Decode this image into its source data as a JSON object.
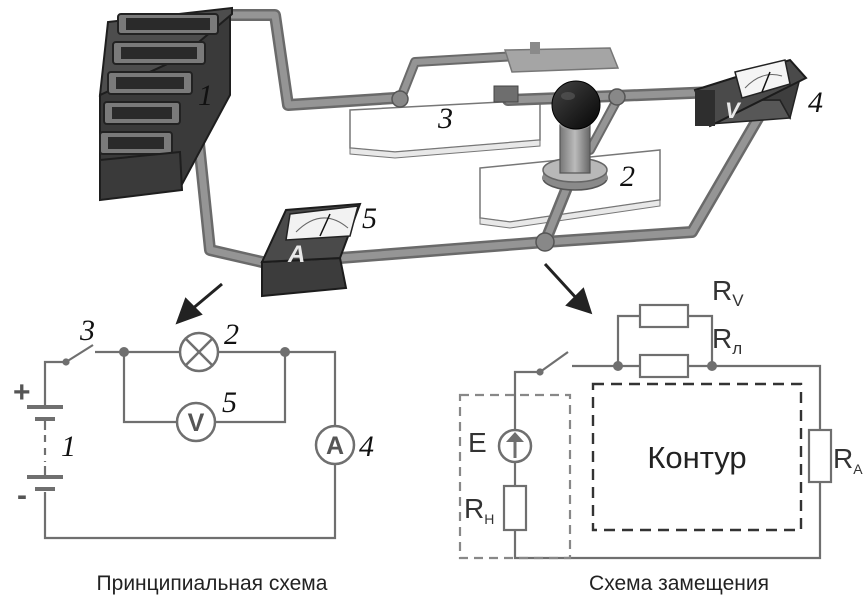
{
  "colors": {
    "wire": "#7d7d7d",
    "device_dark": "#404040",
    "lamp_black": "#111111",
    "circuit_line": "#6f6f6f",
    "dashed": "#777777"
  },
  "apparatus": {
    "battery_label": "1",
    "lamp_label": "2",
    "switch_label": "3",
    "voltmeter_label": "4",
    "ammeter_label": "5",
    "voltmeter_letter": "V",
    "ammeter_letter": "A"
  },
  "principal": {
    "caption": "Принципиальная схема",
    "switch_label": "3",
    "lamp_label": "2",
    "voltmeter_label": "5",
    "ammeter_label": "4",
    "battery_label": "1",
    "plus": "+",
    "minus": "-",
    "voltmeter_letter": "V",
    "ammeter_letter": "A"
  },
  "equivalent": {
    "caption": "Схема замещения",
    "rv_main": "R",
    "rv_sub": "V",
    "rl_main": "R",
    "rl_sub": "л",
    "e_label": "E",
    "rn_main": "R",
    "rn_sub": "Н",
    "ra_main": "R",
    "ra_sub": "А",
    "contour_label": "Контур"
  }
}
